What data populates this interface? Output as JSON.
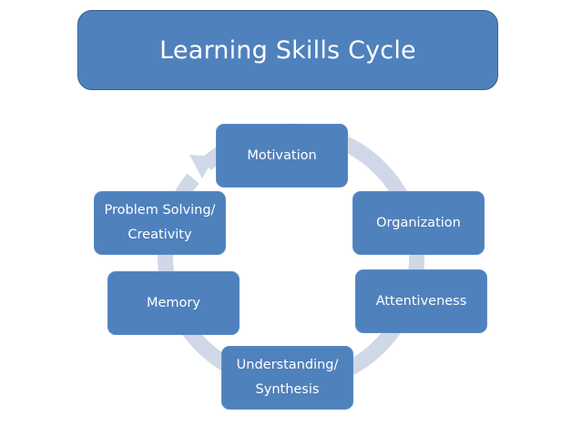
{
  "title": "Learning Skills Cycle",
  "colors": {
    "node_fill": "#4f81bd",
    "node_border": "#385d8a",
    "arrow": "#d0d8e8",
    "text": "#ffffff"
  },
  "cycle": {
    "direction": "clockwise",
    "nodes": [
      {
        "id": "motivation",
        "lines": [
          "Motivation"
        ]
      },
      {
        "id": "organization",
        "lines": [
          "Organization"
        ]
      },
      {
        "id": "attentiveness",
        "lines": [
          "Attentiveness"
        ]
      },
      {
        "id": "understanding",
        "lines": [
          "Understanding/",
          "Synthesis"
        ]
      },
      {
        "id": "memory",
        "lines": [
          "Memory"
        ]
      },
      {
        "id": "problem-solving",
        "lines": [
          "Problem Solving/",
          "Creativity"
        ]
      }
    ]
  }
}
